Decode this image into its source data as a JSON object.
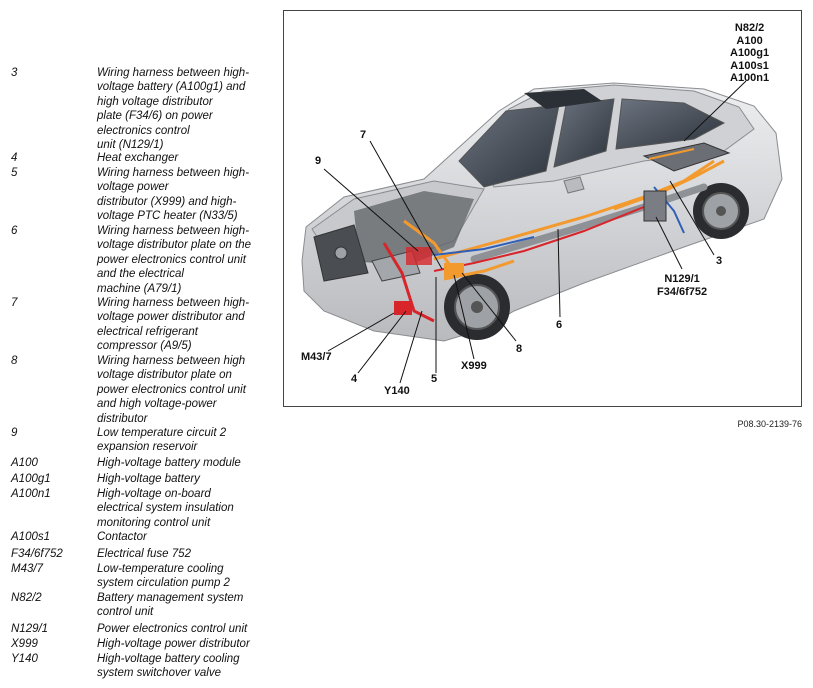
{
  "legend": [
    {
      "code": "3",
      "description": "Wiring harness between high-\nvoltage battery (A100g1) and\nhigh voltage distributor\nplate (F34/6) on power\nelectronics control\nunit (N129/1)"
    },
    {
      "code": "4",
      "description": "Heat exchanger"
    },
    {
      "code": "5",
      "description": "Wiring harness between high-\nvoltage power\ndistributor (X999) and high-\nvoltage PTC heater (N33/5)"
    },
    {
      "code": "6",
      "description": "Wiring harness between high-\nvoltage distributor plate on the\npower electronics control unit\nand the electrical\nmachine (A79/1)"
    },
    {
      "code": "7",
      "description": "Wiring harness between high-\nvoltage power distributor and\nelectrical refrigerant\ncompressor (A9/5)"
    },
    {
      "code": "8",
      "description": "Wiring harness between high\nvoltage distributor plate on\npower electronics control unit\nand high voltage-power\ndistributor"
    },
    {
      "code": "9",
      "description": "Low temperature circuit 2\nexpansion reservoir"
    },
    {
      "code": "A100",
      "description": "High-voltage battery module"
    },
    {
      "code": "A100g1",
      "description": "High-voltage battery"
    },
    {
      "code": "A100n1",
      "description": "High-voltage on-board\nelectrical system insulation\nmonitoring control unit"
    },
    {
      "code": "A100s1",
      "description": "Contactor"
    },
    {
      "code": "F34/6f752",
      "description": "Electrical fuse 752"
    },
    {
      "code": "M43/7",
      "description": "Low-temperature cooling\nsystem circulation pump 2"
    },
    {
      "code": "N82/2",
      "description": "Battery management system\ncontrol unit"
    },
    {
      "code": "N129/1",
      "description": "Power electronics control unit"
    },
    {
      "code": "X999",
      "description": "High-voltage power distributor"
    },
    {
      "code": "Y140",
      "description": "High-voltage battery cooling\nsystem switchover valve"
    }
  ],
  "figure": {
    "callouts": {
      "battery_group": "N82/2\nA100\nA100g1\nA100s1\nA100n1",
      "c7": "7",
      "c9": "9",
      "c3": "3",
      "n129": "N129/1\nF34/6f752",
      "c6": "6",
      "c8": "8",
      "m43": "M43/7",
      "x999": "X999",
      "c4": "4",
      "c5": "5",
      "y140": "Y140"
    },
    "reference": "P08.30-2139-76"
  },
  "colors": {
    "hv_cable": "#f39a2e",
    "coolant": "#d8252a",
    "coolant_blue": "#2f5fb8",
    "body": "#d9dadc"
  }
}
